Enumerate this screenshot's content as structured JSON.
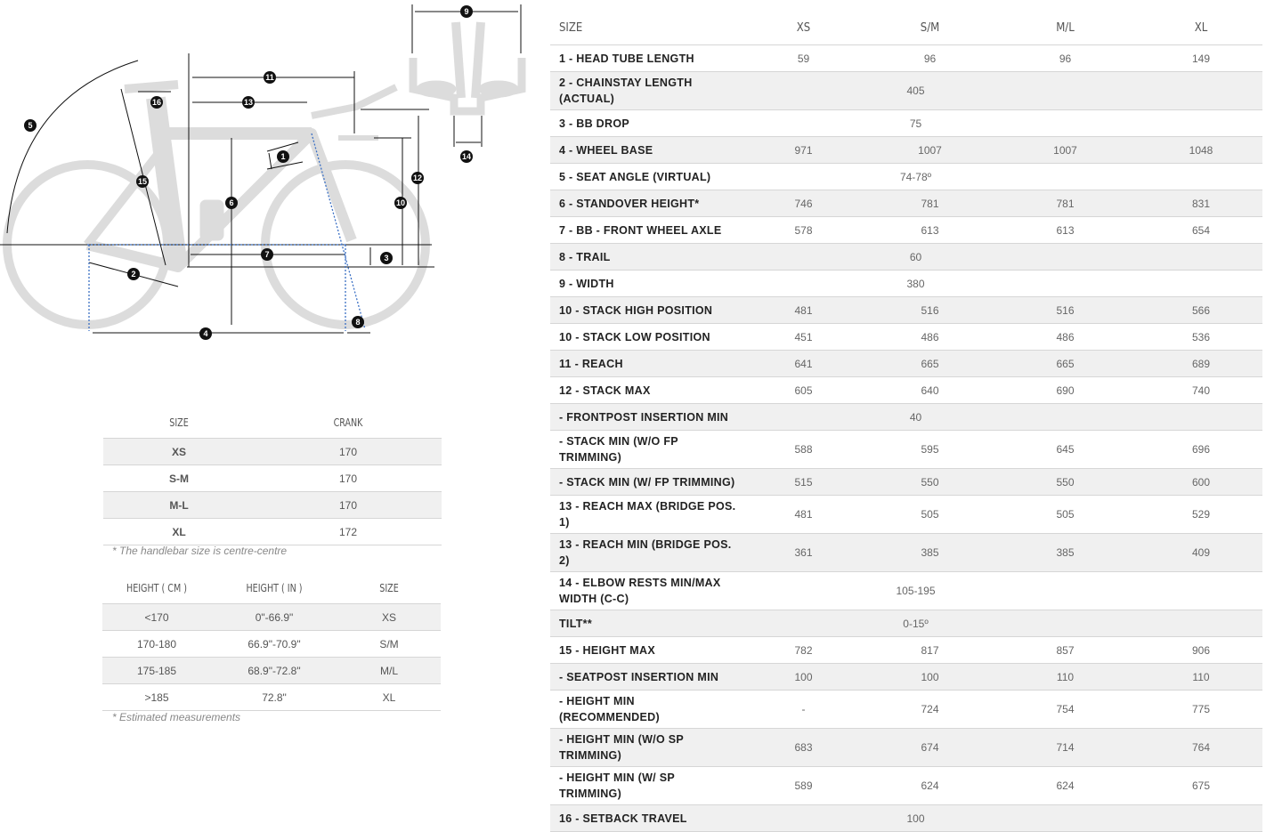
{
  "diagram": {
    "labels": [
      "1",
      "2",
      "3",
      "4",
      "5",
      "6",
      "7",
      "8",
      "9",
      "10",
      "11",
      "12",
      "13",
      "14",
      "15",
      "16"
    ]
  },
  "crank_table": {
    "headers": [
      "SIZE",
      "CRANK"
    ],
    "rows": [
      [
        "XS",
        "170"
      ],
      [
        "S-M",
        "170"
      ],
      [
        "M-L",
        "170"
      ],
      [
        "XL",
        "172"
      ]
    ],
    "note": "* The handlebar size is centre-centre"
  },
  "height_table": {
    "headers": [
      "HEIGHT ( CM )",
      "HEIGHT ( IN )",
      "SIZE"
    ],
    "rows": [
      [
        "<170",
        "0\"-66.9\"",
        "XS"
      ],
      [
        "170-180",
        "66.9\"-70.9\"",
        "S/M"
      ],
      [
        "175-185",
        "68.9\"-72.8\"",
        "M/L"
      ],
      [
        ">185",
        "72.8\"",
        "XL"
      ]
    ],
    "note": "* Estimated measurements"
  },
  "geometry_table": {
    "headers": [
      "SIZE",
      "XS",
      "S/M",
      "M/L",
      "XL"
    ],
    "rows": [
      {
        "label": "1 - HEAD TUBE LENGTH",
        "values": [
          "59",
          "96",
          "96",
          "149"
        ]
      },
      {
        "label": "2 - CHAINSTAY LENGTH (ACTUAL)",
        "span": "405"
      },
      {
        "label": "3 - BB DROP",
        "span": "75"
      },
      {
        "label": "4 - WHEEL BASE",
        "values": [
          "971",
          "1007",
          "1007",
          "1048"
        ]
      },
      {
        "label": "5 - SEAT ANGLE (VIRTUAL)",
        "span": "74-78º"
      },
      {
        "label": "6 - STANDOVER HEIGHT*",
        "values": [
          "746",
          "781",
          "781",
          "831"
        ]
      },
      {
        "label": "7 - BB - FRONT WHEEL AXLE",
        "values": [
          "578",
          "613",
          "613",
          "654"
        ]
      },
      {
        "label": "8 - TRAIL",
        "span": "60"
      },
      {
        "label": "9 - WIDTH",
        "span": "380"
      },
      {
        "label": "10 - STACK HIGH POSITION",
        "values": [
          "481",
          "516",
          "516",
          "566"
        ]
      },
      {
        "label": "10 - STACK LOW POSITION",
        "values": [
          "451",
          "486",
          "486",
          "536"
        ]
      },
      {
        "label": "11 - REACH",
        "values": [
          "641",
          "665",
          "665",
          "689"
        ]
      },
      {
        "label": "12 - STACK MAX",
        "values": [
          "605",
          "640",
          "690",
          "740"
        ]
      },
      {
        "label": "- FRONTPOST INSERTION MIN",
        "span": "40"
      },
      {
        "label": "- STACK MIN (W/O FP TRIMMING)",
        "values": [
          "588",
          "595",
          "645",
          "696"
        ]
      },
      {
        "label": "- STACK MIN (W/ FP TRIMMING)",
        "values": [
          "515",
          "550",
          "550",
          "600"
        ]
      },
      {
        "label": "13 - REACH MAX (BRIDGE POS. 1)",
        "values": [
          "481",
          "505",
          "505",
          "529"
        ]
      },
      {
        "label": "13 - REACH MIN (BRIDGE POS. 2)",
        "values": [
          "361",
          "385",
          "385",
          "409"
        ]
      },
      {
        "label": "14 - ELBOW RESTS MIN/MAX WIDTH (C-C)",
        "span": "105-195"
      },
      {
        "label": "TILT**",
        "span": "0-15º"
      },
      {
        "label": "15 - HEIGHT MAX",
        "values": [
          "782",
          "817",
          "857",
          "906"
        ]
      },
      {
        "label": "- SEATPOST INSERTION MIN",
        "values": [
          "100",
          "100",
          "110",
          "110"
        ]
      },
      {
        "label": "- HEIGHT MIN (RECOMMENDED)",
        "values": [
          "-",
          "724",
          "754",
          "775"
        ]
      },
      {
        "label": "- HEIGHT MIN (W/O SP TRIMMING)",
        "values": [
          "683",
          "674",
          "714",
          "764"
        ]
      },
      {
        "label": "- HEIGHT MIN (W/ SP TRIMMING)",
        "values": [
          "589",
          "624",
          "624",
          "675"
        ]
      },
      {
        "label": "16 - SETBACK TRAVEL",
        "span": "100"
      }
    ]
  }
}
